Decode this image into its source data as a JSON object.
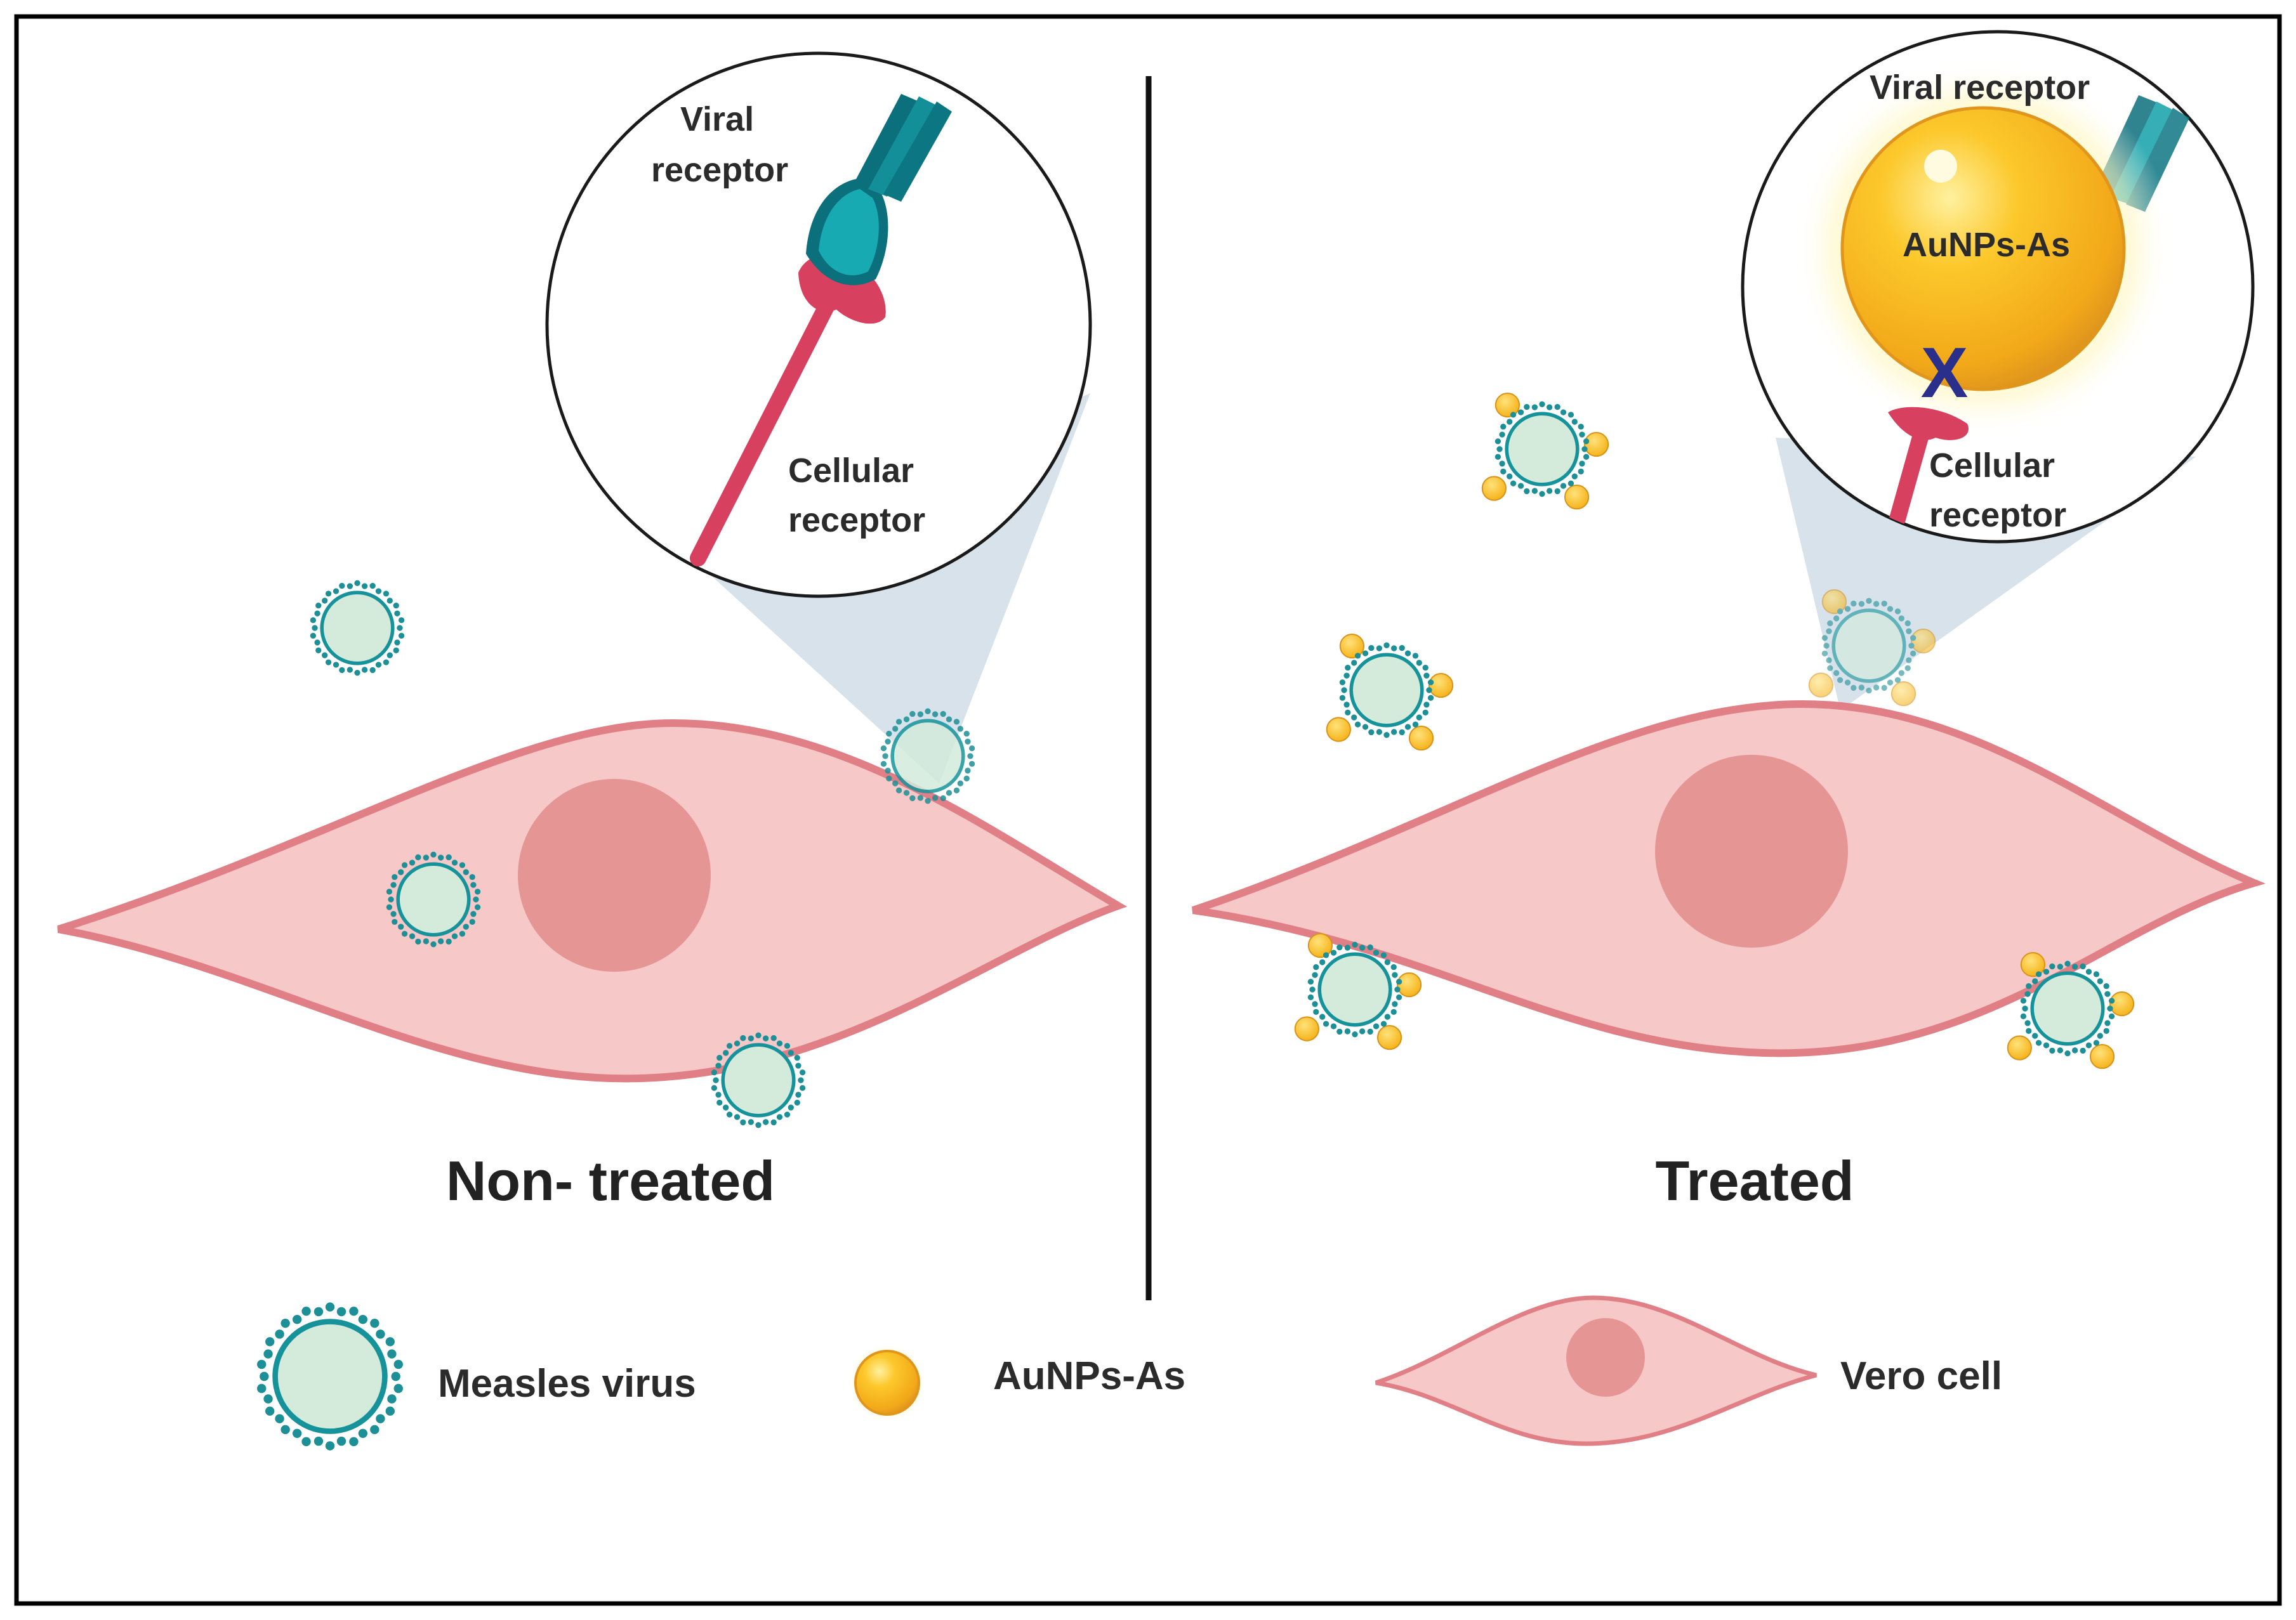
{
  "colors": {
    "cell_fill": "#f7c8c8",
    "cell_stroke": "#e07f86",
    "nucleus": "#e69595",
    "virus_fill": "#d4ebdc",
    "virus_ring": "#16939a",
    "virus_spike": "#1d8f96",
    "gold": "#f6b51a",
    "gold_light": "#fde36b",
    "gold_dark": "#d9931b",
    "viral_receptor": "#0f9aa3",
    "viral_receptor_dark": "#0b6f7c",
    "cellular_receptor": "#d8405f",
    "block_mark": "#2b2f8c",
    "zoom_cone": "#c9d8e4",
    "divider": "#111111",
    "frame": "#000000"
  },
  "panels": {
    "non_treated": {
      "title": "Non- treated",
      "zoom": {
        "viral_receptor_label_line1": "Viral",
        "viral_receptor_label_line2": "receptor",
        "cellular_receptor_label_line1": "Cellular",
        "cellular_receptor_label_line2": "receptor"
      }
    },
    "treated": {
      "title": "Treated",
      "zoom": {
        "viral_receptor_label": "Viral receptor",
        "particle_label": "AuNPs-As",
        "block_mark": "X",
        "cellular_receptor_label_line1": "Cellular",
        "cellular_receptor_label_line2": "receptor"
      }
    }
  },
  "legend": {
    "items": [
      {
        "label": "Measles virus",
        "icon": "measles-virus-icon"
      },
      {
        "label": "AuNPs-As",
        "icon": "gold-nanoparticle-icon"
      },
      {
        "label": "Vero cell",
        "icon": "vero-cell-icon"
      }
    ]
  }
}
